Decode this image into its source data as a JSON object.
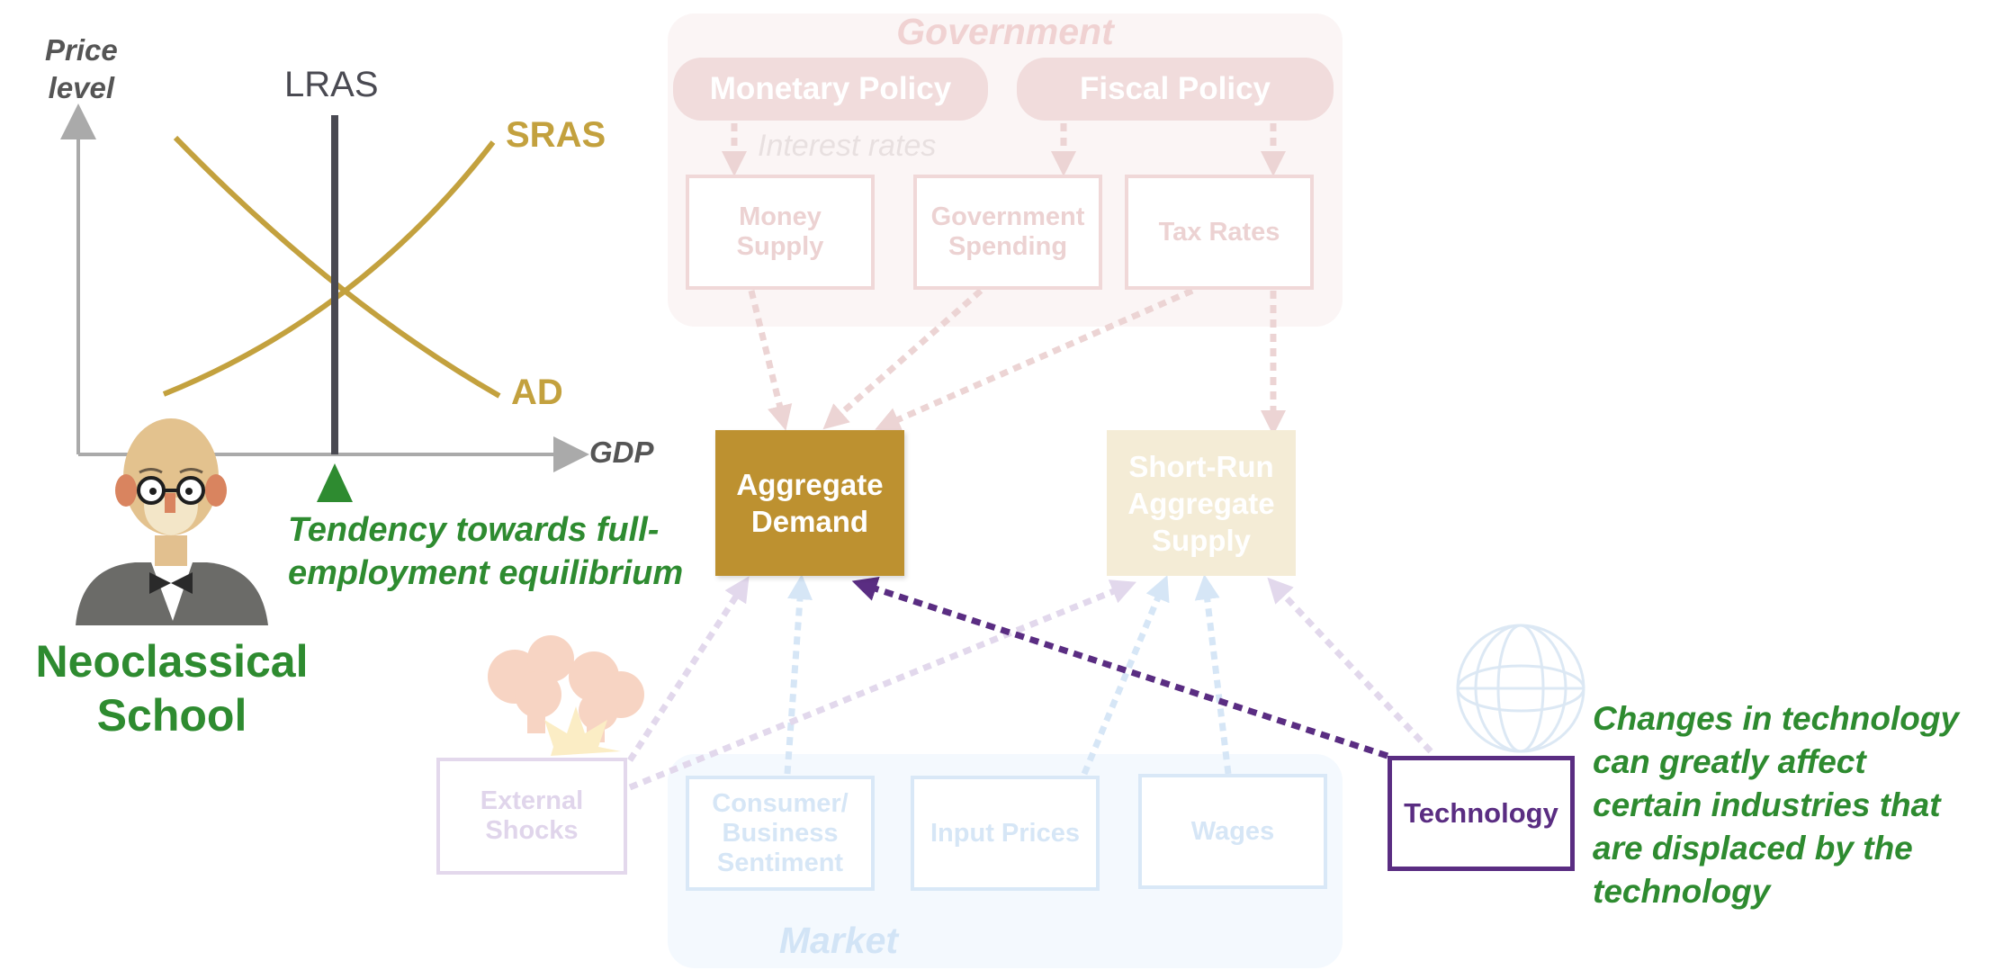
{
  "graph": {
    "y_axis_label": "Price\nlevel",
    "x_axis_label": "GDP",
    "lras_label": "LRAS",
    "sras_label": "SRAS",
    "ad_label": "AD",
    "equilibrium_note": "Tendency towards full-\nemployment equilibrium",
    "colors": {
      "curves": "#c3a13e",
      "lras": "#4a4a52",
      "axes": "#aaaaaa",
      "marker": "#2e8b30"
    }
  },
  "school": {
    "name": "Neoclassical\nSchool",
    "color": "#2e8b30"
  },
  "government": {
    "title": "Government",
    "monetary_policy": "Monetary Policy",
    "fiscal_policy": "Fiscal Policy",
    "interest_rates": "Interest rates",
    "money_supply": "Money\nSupply",
    "government_spending": "Government\nSpending",
    "tax_rates": "Tax Rates"
  },
  "center": {
    "aggregate_demand": "Aggregate\nDemand",
    "short_run_aggregate_supply": "Short-Run\nAggregate\nSupply",
    "colors": {
      "ad_fill": "#bd9130",
      "sras_fill": "#f4ecd6"
    }
  },
  "market": {
    "title": "Market",
    "external_shocks": "External\nShocks",
    "consumer_business_sentiment": "Consumer/\nBusiness\nSentiment",
    "input_prices": "Input Prices",
    "wages": "Wages"
  },
  "technology": {
    "label": "Technology",
    "note": "Changes in technology\ncan greatly affect\ncertain industries that\nare displaced by the\ntechnology",
    "color": "#5a2d82"
  }
}
